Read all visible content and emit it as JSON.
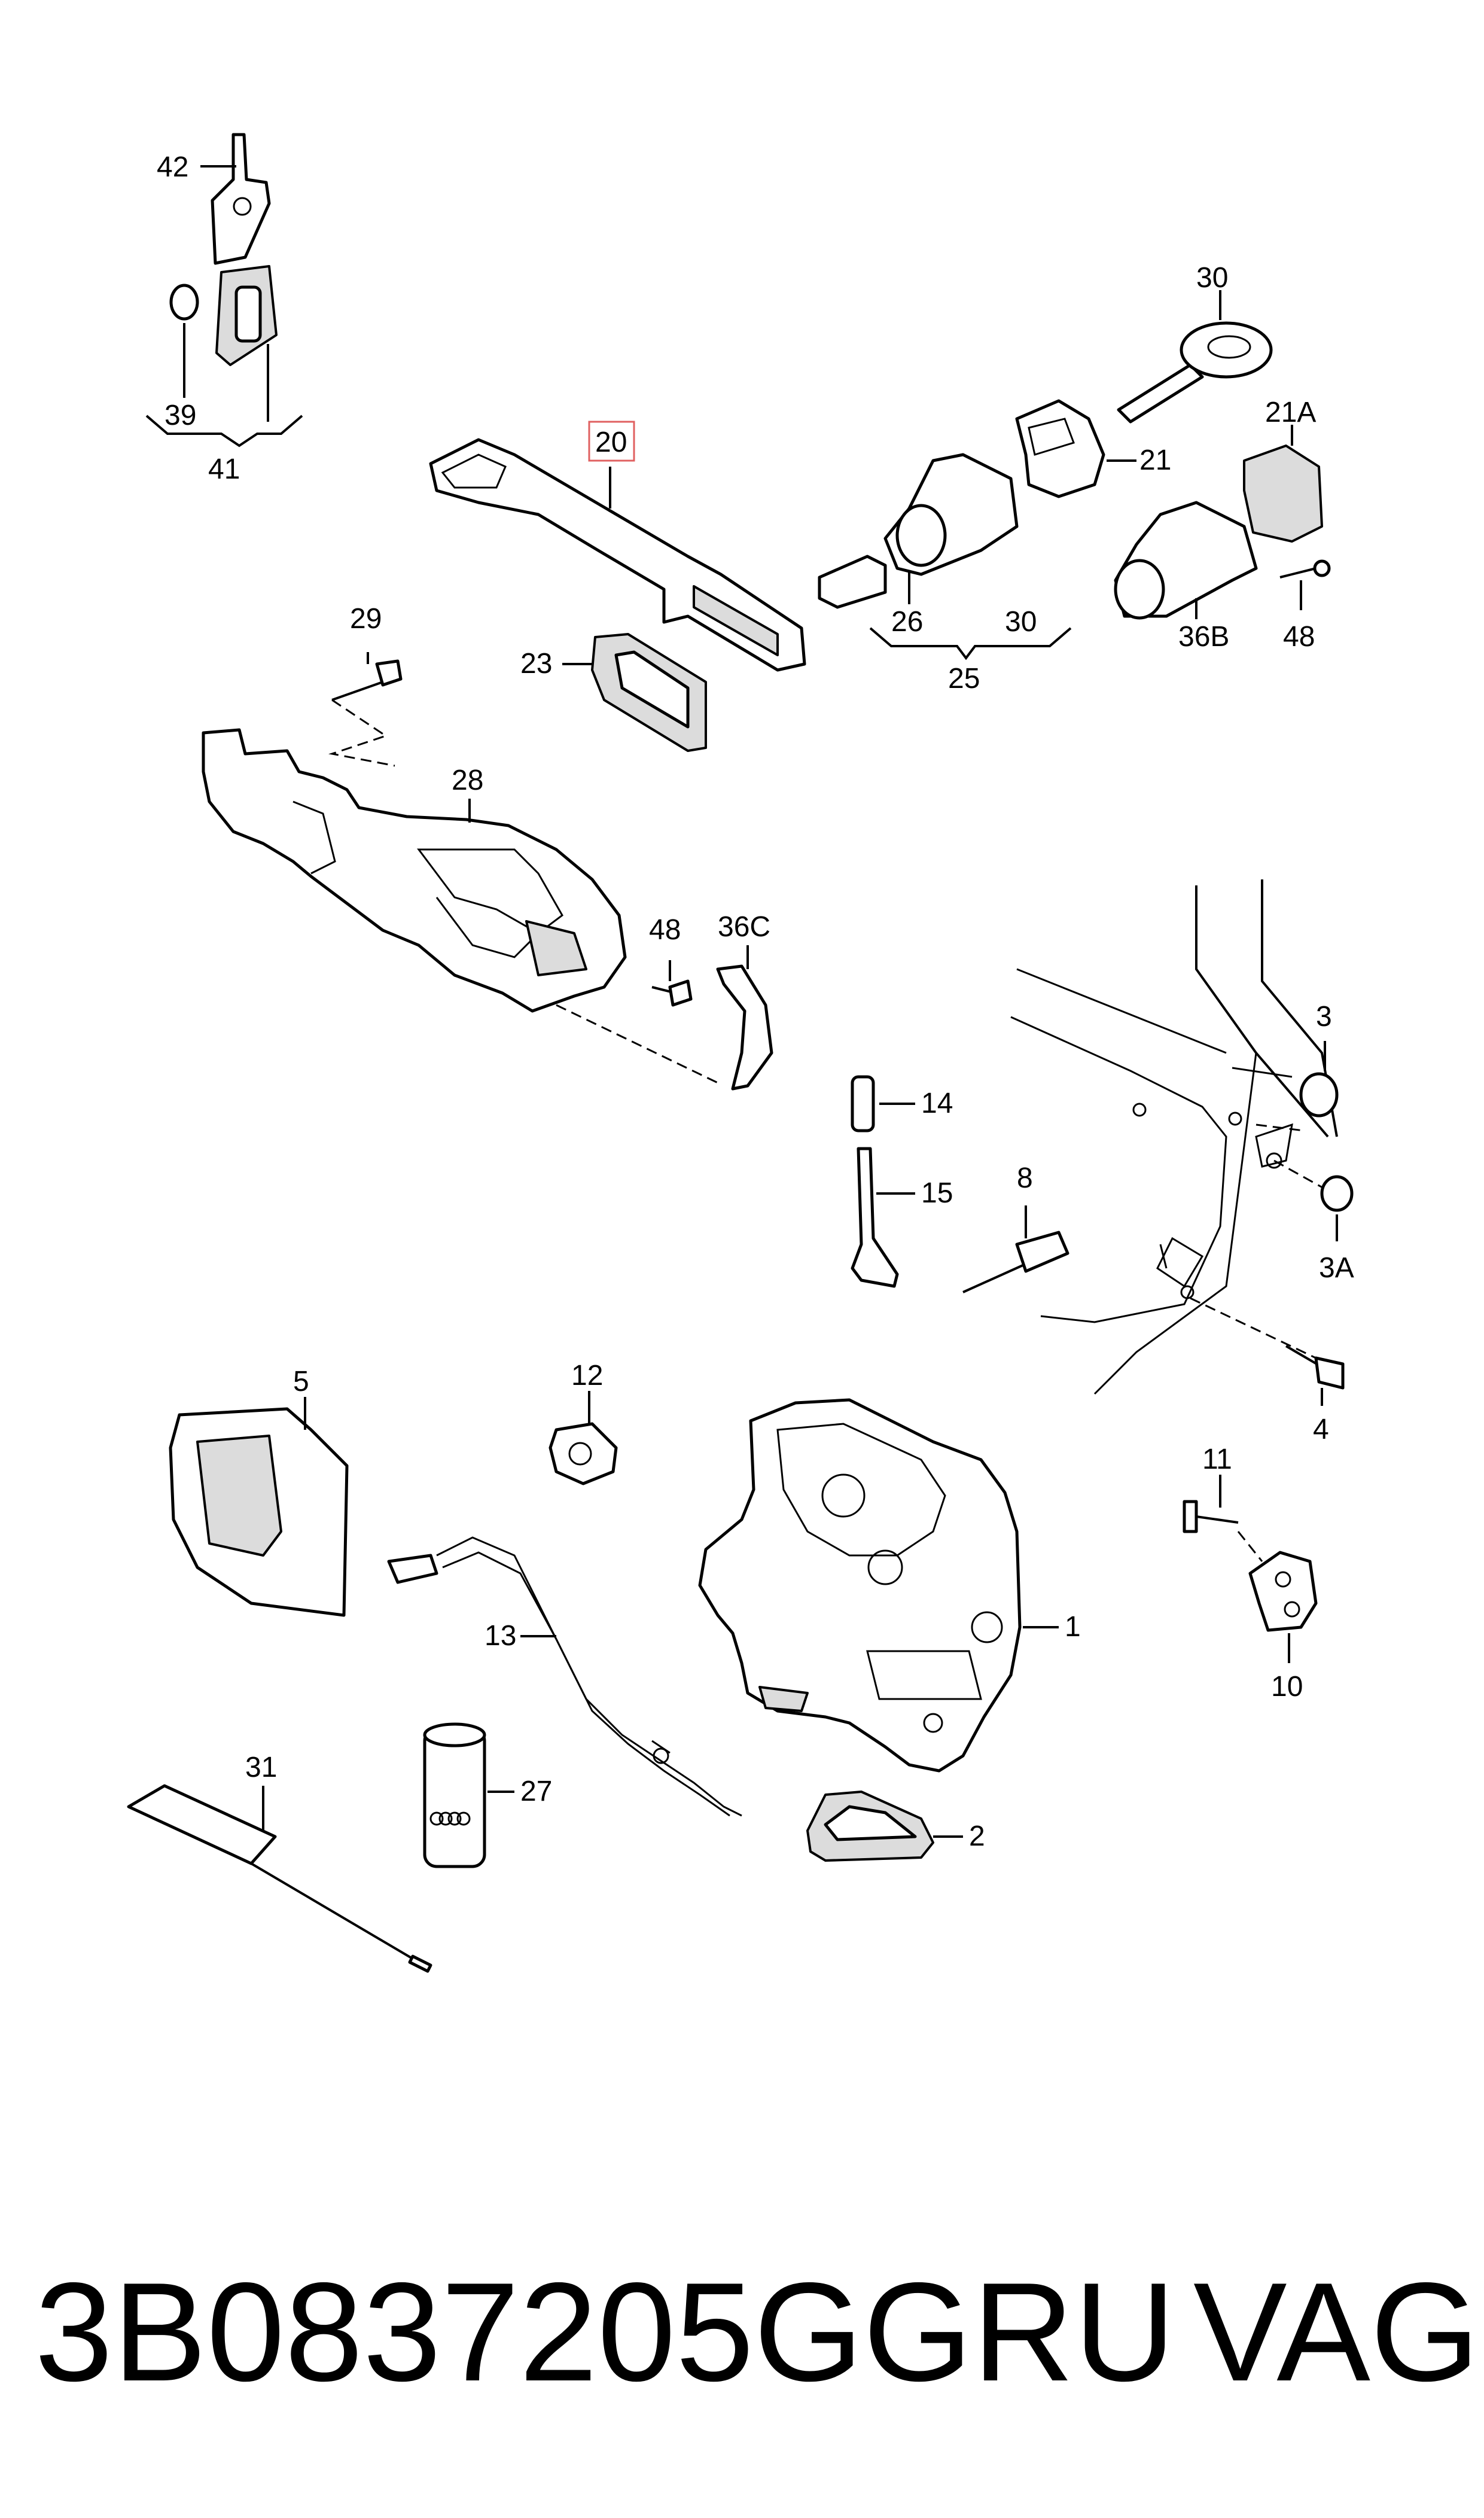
{
  "callouts": {
    "c42": "42",
    "c39": "39",
    "c41": "41",
    "c20": "20",
    "c30a": "30",
    "c21": "21",
    "c21A": "21A",
    "c26": "26",
    "c30b": "30",
    "c25": "25",
    "c36B": "36B",
    "c48a": "48",
    "c29": "29",
    "c23": "23",
    "c28": "28",
    "c48b": "48",
    "c36C": "36C",
    "c14": "14",
    "c15": "15",
    "c8": "8",
    "c3": "3",
    "c3A": "3A",
    "c4": "4",
    "c5": "5",
    "c12": "12",
    "c11": "11",
    "c10": "10",
    "c1": "1",
    "c13": "13",
    "c31": "31",
    "c27": "27",
    "c2": "2"
  },
  "highlight_color": "#e06060",
  "footer": {
    "part_number": "3B0837205GGRU",
    "brand": "VAG"
  }
}
